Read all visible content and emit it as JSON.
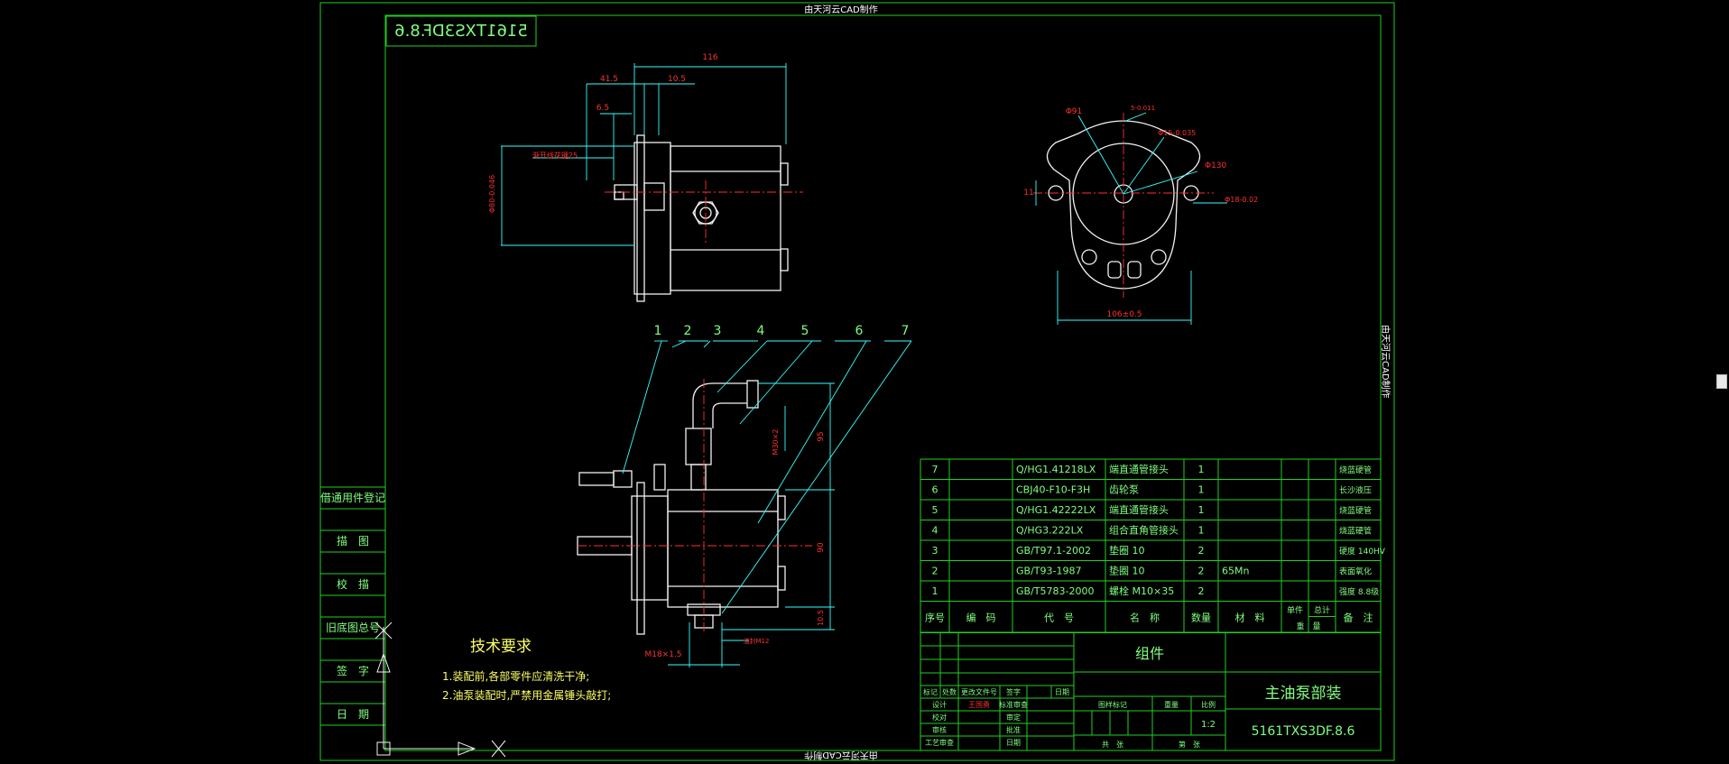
{
  "watermark_top": "由天河云CAD制作",
  "watermark_side": "由天河云CAD制作",
  "watermark_bottom": "由天河云CAD制作",
  "mirrored_code": "5161TXS3DF.8.6",
  "left_column": [
    "借通用件登记",
    "描　图",
    "校　描",
    "旧底图总号",
    "签　字",
    "日　期"
  ],
  "tech_title": "技术要求",
  "tech_lines": [
    "1.装配前,各部零件应清洗干净;",
    "2.油泵装配时,严禁用金属锤头敲打;"
  ],
  "callouts": [
    "1",
    "2",
    "3",
    "4",
    "5",
    "6",
    "7"
  ],
  "dims": {
    "d116": "116",
    "d415": "41.5",
    "d105": "10.5",
    "d65": "6.5",
    "spline": "渐开线花键25",
    "phi": "Φ80-0.046",
    "f_phi91": "Φ91",
    "f_tol1": "5-0.011",
    "f_tol2": "Φ15-0.035",
    "f_phi130": "Φ130",
    "f_phi18": "Φ18-0.02",
    "f_11": "11",
    "f_106": "106±0.5",
    "s_m30": "M30×2",
    "s_95": "95",
    "s_90": "90",
    "s_105": "10.5",
    "s_m18": "M18×1.5",
    "s_note": "油封M12"
  },
  "bom": {
    "rows": [
      {
        "no": "7",
        "code": "",
        "part": "Q/HG1.41218LX",
        "name": "端直通管接头",
        "qty": "1",
        "material": "",
        "w1": "",
        "w2": "",
        "note": "烧蓝硬管"
      },
      {
        "no": "6",
        "code": "",
        "part": "CBJ40-F10-F3H",
        "name": "齿轮泵",
        "qty": "1",
        "material": "",
        "w1": "",
        "w2": "",
        "note": "长沙液压"
      },
      {
        "no": "5",
        "code": "",
        "part": "Q/HG1.42222LX",
        "name": "端直通管接头",
        "qty": "1",
        "material": "",
        "w1": "",
        "w2": "",
        "note": "烧蓝硬管"
      },
      {
        "no": "4",
        "code": "",
        "part": "Q/HG3.222LX",
        "name": "组合直角管接头",
        "qty": "1",
        "material": "",
        "w1": "",
        "w2": "",
        "note": "烧蓝硬管"
      },
      {
        "no": "3",
        "code": "",
        "part": "GB/T97.1-2002",
        "name": "垫圈 10",
        "qty": "2",
        "material": "",
        "w1": "",
        "w2": "",
        "note": "硬度 140HV"
      },
      {
        "no": "2",
        "code": "",
        "part": "GB/T93-1987",
        "name": "垫圈 10",
        "qty": "2",
        "material": "65Mn",
        "w1": "",
        "w2": "",
        "note": "表面氧化"
      },
      {
        "no": "1",
        "code": "",
        "part": "GB/T5783-2000",
        "name": "螺栓 M10×35",
        "qty": "2",
        "material": "",
        "w1": "",
        "w2": "",
        "note": "强度 8.8级"
      }
    ],
    "header": {
      "no": "序号",
      "code": "编　码",
      "part": "代　号",
      "name": "名　称",
      "qty": "数量",
      "material": "材　料",
      "unit": "单件",
      "total": "总计",
      "weight": "重　量",
      "note": "备　注"
    }
  },
  "title_block": {
    "group": "组件",
    "title": "主油泵部装",
    "drawing_no": "5161TXS3DF.8.6",
    "scale": "1:2",
    "labels": {
      "mark": "标记",
      "count": "处数",
      "change_doc": "更改文件号",
      "sign": "签字",
      "date": "日期",
      "design": "设计",
      "designer": "王国勇",
      "standard": "标准审查",
      "check": "校对",
      "review": "审定",
      "audit": "审核",
      "approve": "批准",
      "process": "工艺审查",
      "date2": "日期",
      "stage": "图样标记",
      "weight": "重量",
      "ratio": "比例",
      "sheet": "共　张",
      "sheet2": "第　张"
    }
  }
}
